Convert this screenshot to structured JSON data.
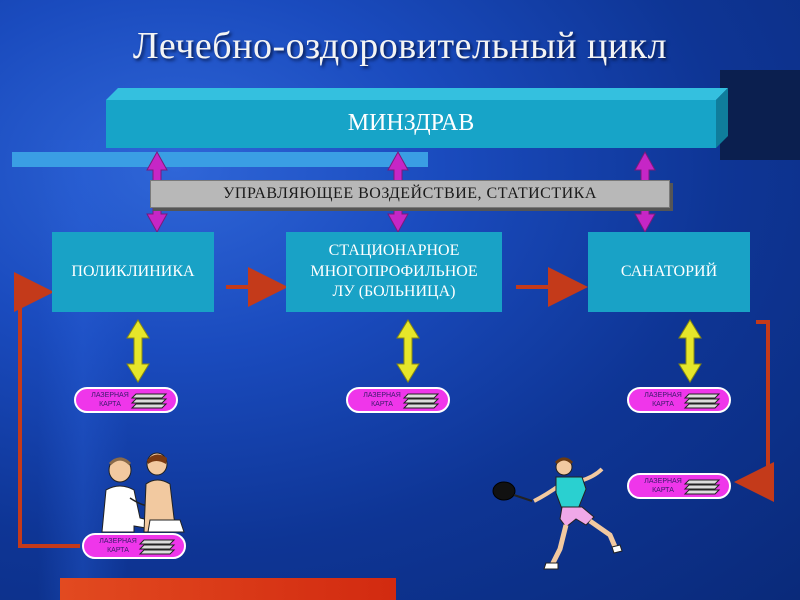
{
  "title": "Лечебно-оздоровительный цикл",
  "diagram": {
    "top_node": {
      "label": "МИНЗДРАВ"
    },
    "control_bar": {
      "label": "УПРАВЛЯЮЩЕЕ ВОЗДЕЙСТВИЕ, СТАТИСТИКА"
    },
    "nodes": [
      {
        "id": "polyclinic",
        "label": "ПОЛИКЛИНИКА"
      },
      {
        "id": "hospital",
        "label_lines": [
          "СТАЦИОНАРНОЕ",
          "МНОГОПРОФИЛЬНОЕ",
          "ЛУ (БОЛЬНИЦА)"
        ]
      },
      {
        "id": "sanatorium",
        "label": "САНАТОРИЙ"
      }
    ],
    "laser_cards": [
      {
        "id": "card-polyclinic",
        "line1": "ЛАЗЕРНАЯ",
        "line2": "КАРТА"
      },
      {
        "id": "card-hospital",
        "line1": "ЛАЗЕРНАЯ",
        "line2": "КАРТА"
      },
      {
        "id": "card-sanatorium",
        "line1": "ЛАЗЕРНАЯ",
        "line2": "КАРТА"
      },
      {
        "id": "card-sport",
        "line1": "ЛАЗЕРНАЯ",
        "line2": "КАРТА"
      },
      {
        "id": "card-doctor",
        "line1": "ЛАЗЕРНАЯ",
        "line2": "КАРТА"
      }
    ],
    "colors": {
      "node_fill": "#19a2c6",
      "double_arrow_top": "#c626c6",
      "double_arrow_bottom": "#e6e62a",
      "flow_arrow": "#c43a1a",
      "laser_card": "#ef36ea"
    },
    "illustrations": [
      "doctor-patient-icon",
      "tennis-player-icon"
    ]
  }
}
